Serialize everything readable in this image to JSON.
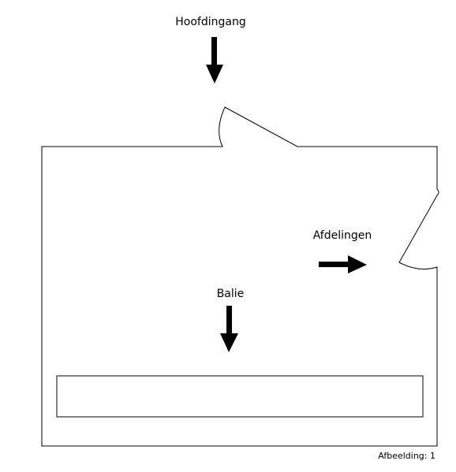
{
  "labels": {
    "main_entrance": "Hoofdingang",
    "departments": "Afdelingen",
    "desk": "Balie"
  },
  "caption": "Afbeelding: 1",
  "colors": {
    "line": "#000000",
    "background": "#ffffff"
  }
}
